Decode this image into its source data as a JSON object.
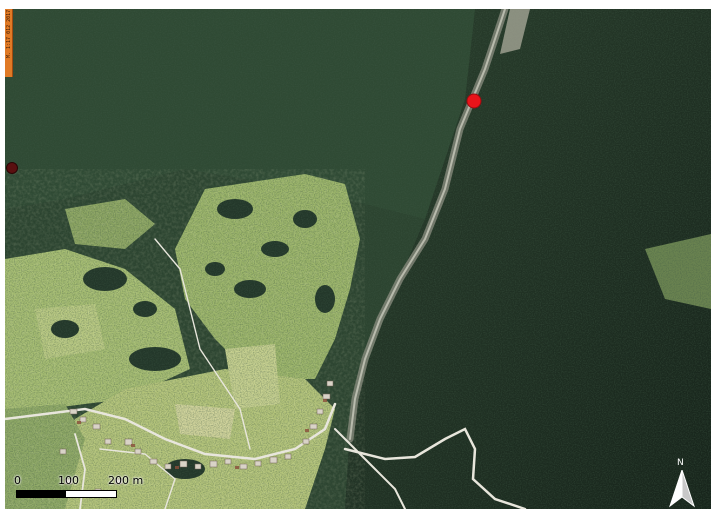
{
  "map": {
    "imagery": "aerial-orthophoto",
    "colors": {
      "forest_dark": "#1f2f24",
      "forest_mid": "#2f4a34",
      "meadow": "#9cb56a",
      "meadow_light": "#c5cf8e",
      "road": "#e8e6dc",
      "marker": "#e8141a",
      "strip": "#e07a26"
    }
  },
  "side_strip": {
    "text": "M. 1:17 012 2017"
  },
  "marker": {
    "icon": "location-dot-icon",
    "color": "#e8141a"
  },
  "scalebar": {
    "labels": [
      "0",
      "100",
      "200 m"
    ],
    "segments": [
      "black",
      "white"
    ]
  },
  "north_arrow": {
    "icon": "north-arrow-icon",
    "label": "N"
  }
}
